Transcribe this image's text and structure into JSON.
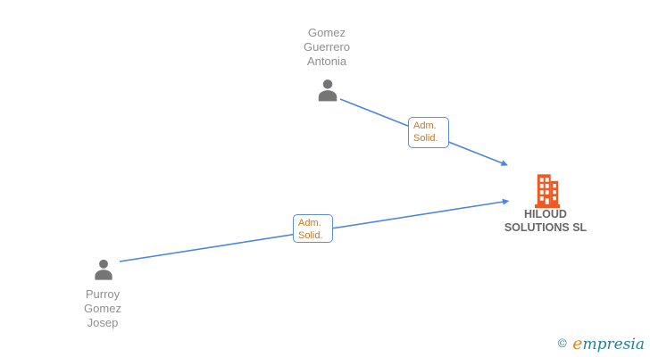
{
  "diagram": {
    "nodes": {
      "person_top": {
        "type": "person",
        "lines": [
          "Gomez",
          "Guerrero",
          "Antonia"
        ]
      },
      "person_bottom": {
        "type": "person",
        "lines": [
          "Purroy",
          "Gomez",
          "Josep"
        ]
      },
      "company": {
        "type": "company",
        "lines": [
          "HILOUD",
          "SOLUTIONS SL"
        ]
      }
    },
    "edges": [
      {
        "from": "Gomez Guerrero Antonia",
        "to": "HILOUD SOLUTIONS SL",
        "label_line1": "Adm.",
        "label_line2": "Solid."
      },
      {
        "from": "Purroy Gomez Josep",
        "to": "HILOUD SOLUTIONS SL",
        "label_line1": "Adm.",
        "label_line2": "Solid."
      }
    ]
  },
  "watermark": {
    "copyright": "©",
    "brand_first_letter": "e",
    "brand_rest": "mpresia"
  },
  "colors": {
    "edge_blue": "#4a85e8",
    "label_box_border": "#5b8de0",
    "label_text_orange": "#c8762a",
    "person_gray": "#757575",
    "name_gray": "#8f8f8f",
    "company_text_gray": "#666666",
    "building_orange": "#f4571f",
    "watermark_teal": "#2a7f99",
    "watermark_orange": "#f08019"
  }
}
